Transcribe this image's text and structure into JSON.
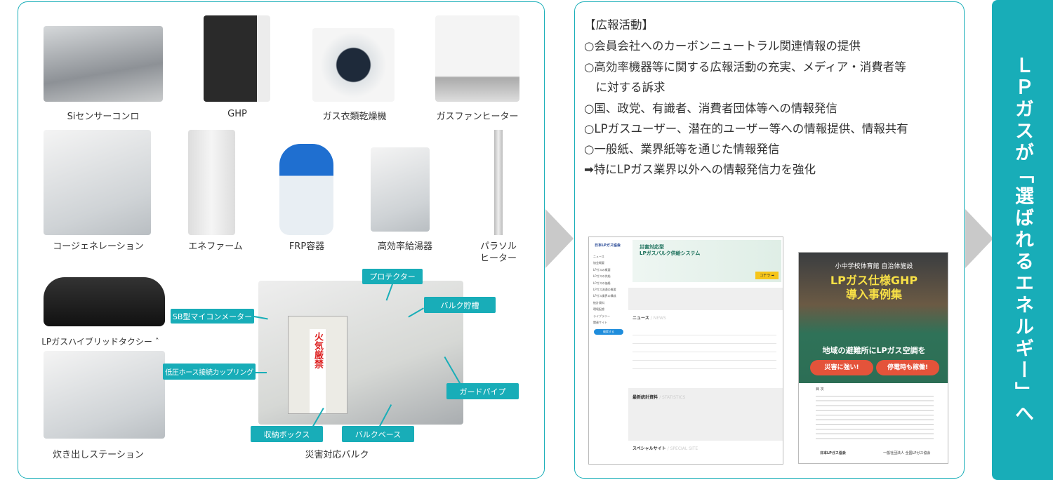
{
  "products": [
    {
      "name": "Siセンサーコンロ"
    },
    {
      "name": "GHP"
    },
    {
      "name": "ガス衣類乾燥機"
    },
    {
      "name": "ガスファンヒーター"
    },
    {
      "name": "コージェネレーション"
    },
    {
      "name": "エネファーム"
    },
    {
      "name": "FRP容器"
    },
    {
      "name": "高効率給湯器"
    },
    {
      "name_line1": "パラソル",
      "name_line2": "ヒーター"
    },
    {
      "name": "LPガスハイブリッドタクシー ˆ"
    },
    {
      "name": "炊き出しステーション"
    }
  ],
  "bulk": {
    "caption": "災害対応バルク",
    "tags": [
      "プロテクター",
      "バルク貯槽",
      "SB型マイコンメーター",
      "低圧ホース接続カップリング",
      "ガードパイプ",
      "収納ボックス",
      "バルクベース"
    ],
    "sign": "火気厳禁"
  },
  "pr": {
    "heading": "【広報活動】",
    "lines": [
      "○会員会社へのカーボンニュートラル関連情報の提供",
      "○高効率機器等に関する広報活動の充実、メディア・消費者等",
      "　に対する訴求",
      "○国、政党、有識者、消費者団体等への情報発信",
      "○LPガスユーザー、潜在的ユーザー等への情報提供、情報共有",
      "○一般紙、業界紙等を通じた情報発信",
      "➡特にLPガス業界以外への情報発信力を強化"
    ]
  },
  "website": {
    "logo": "日本LPガス協会",
    "hero_title": "災害対応型",
    "hero_subtitle": "LPガスバルク供給システム",
    "hero_cta": "コチラ ➡",
    "nav": [
      "ニュース",
      "協会概要",
      "LPガスの概要",
      "LPガスの供給",
      "LPガスの価格",
      "LPガス流通の概要",
      "LPガス業界の構成",
      "統計資料",
      "環境配慮",
      "ライブラリー",
      "関連サイト"
    ],
    "search_btn": "検索する",
    "news_title": "ニュース",
    "news_en": "/ NEWS",
    "stats_title": "最新統計資料",
    "stats_en": "/ STATISTICS",
    "special_title": "スペシャルサイト",
    "special_en": "/ SPECIAL SITE"
  },
  "brochure": {
    "subtitle": "小中学校体育館 自治体施設",
    "title1": "LPガス仕様GHP",
    "title2": "導入事例集",
    "tagline": "地域の避難所にLPガス空調を",
    "badge1": "災害に強い!",
    "badge2": "停電時も稼働!",
    "toc": "目 次",
    "org1": "日本LPガス協会",
    "org2": "一般社団法人 全国LPガス協会"
  },
  "banner": "ＬＰガスが「選ばれるエネルギー」へ",
  "colors": {
    "accent": "#18adb8",
    "arrow": "#c9c9c9"
  }
}
